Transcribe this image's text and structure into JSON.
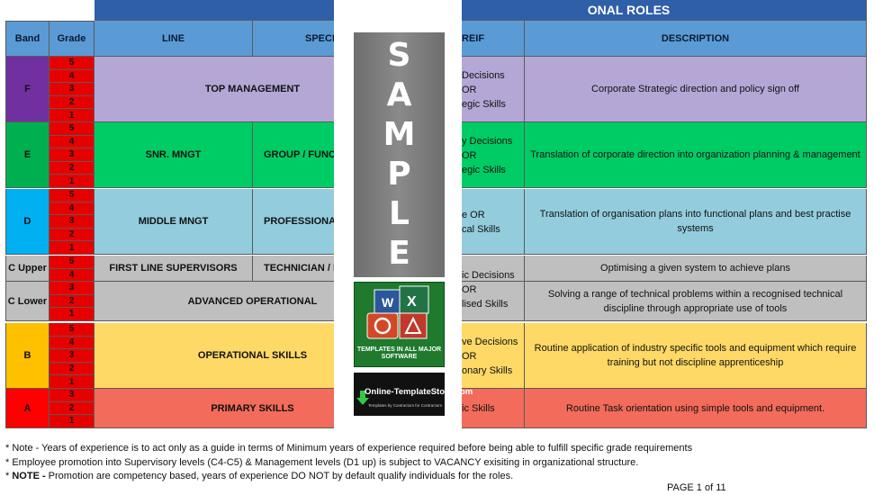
{
  "header": {
    "title": "ONAL ROLES",
    "band": "Band",
    "grade": "Grade",
    "line": "LINE",
    "speci": "SPECI",
    "breif": "REIF",
    "description": "DESCRIPTION"
  },
  "bands": {
    "F": {
      "label": "F",
      "grades": [
        "5",
        "4",
        "3",
        "2",
        "1"
      ],
      "line": "TOP MANAGEMENT",
      "specialist": "",
      "breif": [
        "Decisions",
        "OR",
        "egic Skills"
      ],
      "description": "Corporate Strategic direction and policy sign off"
    },
    "E": {
      "label": "E",
      "grades": [
        "5",
        "4",
        "3",
        "2",
        "1"
      ],
      "line": "SNR. MNGT",
      "specialist": "GROUP / FUNCTIO",
      "breif": [
        "y Decisions",
        "OR",
        "egic Skills"
      ],
      "description": "Translation of corporate direction into organization planning & management"
    },
    "D": {
      "label": "D",
      "grades": [
        "5",
        "4",
        "3",
        "2",
        "1"
      ],
      "line": "MIDDLE MNGT",
      "specialist": "PROFESSIONAL",
      "breif": [
        "e OR",
        "cal Skills"
      ],
      "description": "Translation of organisation plans into functional plans and best practise systems"
    },
    "CU": {
      "label": "C Upper",
      "grades": [
        "5",
        "4"
      ],
      "line": "FIRST LINE SUPERVISORS",
      "specialist": "TECHNICIAN / F",
      "breif": [],
      "description": "Optimising a given system to achieve plans"
    },
    "CL": {
      "label": "C Lower",
      "grades": [
        "3",
        "2",
        "1"
      ],
      "line": "ADVANCED OPERATIONAL",
      "specialist": "",
      "breif": [],
      "description": "Solving a range of technical problems within a recognised technical discipline through appropriate use of tools"
    },
    "C_breif": [
      "ic Decisions",
      "OR",
      "lised Skills"
    ],
    "B": {
      "label": "B",
      "grades": [
        "5",
        "4",
        "3",
        "2",
        "1"
      ],
      "line": "OPERATIONAL SKILLS",
      "specialist": "",
      "breif": [
        "ve Decisions",
        "OR",
        "onary Skills"
      ],
      "description": "Routine application of industry specific tools and equipment which require training but not discipline apprenticeship"
    },
    "A": {
      "label": "A",
      "grades": [
        "3",
        "2",
        "1"
      ],
      "line": "PRIMARY SKILLS",
      "specialist": "",
      "breif": [
        "ic Skills"
      ],
      "description": "Routine Task orientation using simple tools and equipment."
    }
  },
  "watermark": {
    "letters": [
      "S",
      "A",
      "M",
      "P",
      "L",
      "E"
    ],
    "office_caption": "TEMPLATES IN ALL MAJOR SOFTWARE",
    "store_name": "Online-TemplateStore.com",
    "store_tagline": "Templates by Contractors for Contractors"
  },
  "notes": [
    "* Note - Years of experience is to act only as a guide in terms of Minimum years of experience required before being able to fulfill specific grade requirements",
    "* Employee promotion into Supervisory levels (C4-C5) & Management levels (D1 up) is subject to VACANCY exisiting in organizational structure."
  ],
  "note3": {
    "prefix": "* ",
    "bold": "NOTE -",
    "rest": " Promotion are competency based, years of experience DO NOT by default qualify individuals for the roles."
  },
  "page_label": "PAGE 1 of 11",
  "colors": {
    "F_band": "#7030a0",
    "F_row": "#b4a7d6",
    "E_band": "#00b050",
    "E_row": "#00cc66",
    "D_band": "#00b0f0",
    "D_row": "#93cddd",
    "C_row": "#bfbfbf",
    "B_band": "#ffc000",
    "B_row": "#ffd966",
    "A_band": "#ff0000",
    "A_row": "#f26b5b",
    "grade": "#e60000"
  }
}
